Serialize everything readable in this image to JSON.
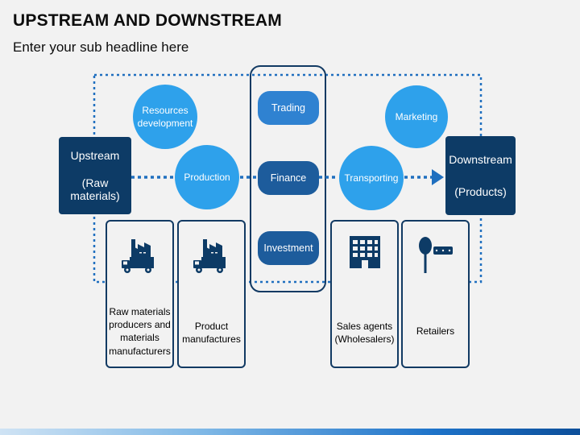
{
  "title": "UPSTREAM AND DOWNSTREAM",
  "subtitle": "Enter your sub headline here",
  "upstream": {
    "heading": "Upstream",
    "detail_line1": "(Raw",
    "detail_line2": "materials)"
  },
  "downstream": {
    "heading": "Downstream",
    "detail": "(Products)"
  },
  "circles": {
    "resources_line1": "Resources",
    "resources_line2": "development",
    "production": "Production",
    "transporting": "Transporting",
    "marketing": "Marketing"
  },
  "pills": {
    "trading": "Trading",
    "finance": "Finance",
    "investment": "Investment"
  },
  "cards": [
    {
      "icon": "factory-truck-icon",
      "lines": [
        "Raw materials",
        "producers and",
        "materials",
        "manufacturers"
      ]
    },
    {
      "icon": "factory-truck-icon",
      "lines": [
        "Product",
        "manufactures"
      ]
    },
    {
      "icon": "building-icon",
      "lines": [
        "Sales agents",
        "(Wholesalers)"
      ]
    },
    {
      "icon": "store-tree-icon",
      "lines": [
        "Retailers"
      ]
    }
  ],
  "colors": {
    "dark_navy": "#0d3b66",
    "circle_blue": "#2ea1eb",
    "pill_blue": "#2f82d1",
    "dotted_line": "#1f6fbf",
    "card_border": "#123a63"
  }
}
